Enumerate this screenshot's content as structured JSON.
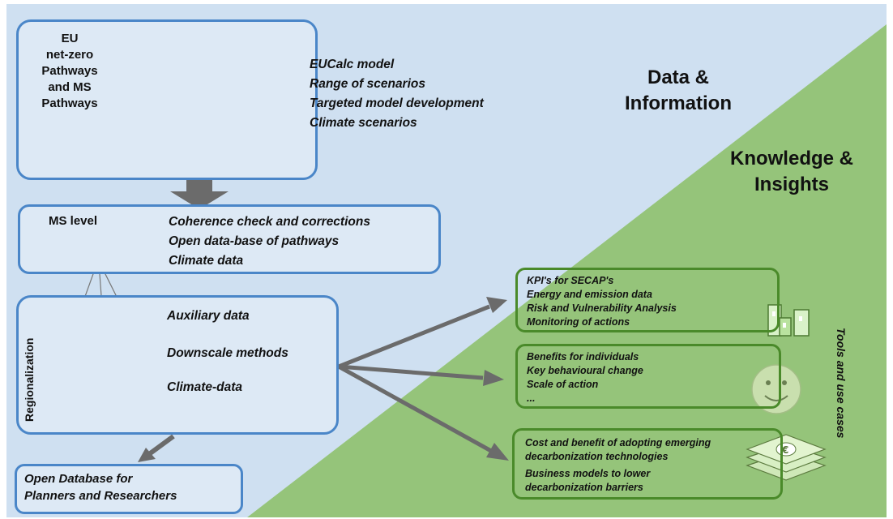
{
  "eu_box": {
    "title_lines": [
      "EU",
      "net-zero",
      "Pathways",
      "and MS",
      "Pathways"
    ],
    "items": [
      "EUCalc model",
      "Range of scenarios",
      "Targeted model development",
      "Climate scenarios"
    ]
  },
  "data_info": {
    "line1": "Data &",
    "line2": "Information"
  },
  "knowledge": {
    "line1": "Knowledge &",
    "line2": "Insights"
  },
  "ms_level": {
    "title": "MS level",
    "items": [
      "Coherence check and corrections",
      "Open data-base of pathways",
      "Climate data"
    ]
  },
  "regionalization": {
    "label": "Regionalization",
    "items": [
      "Auxiliary data",
      "Downscale methods",
      "Climate-data"
    ]
  },
  "open_db": {
    "line1": "Open Database for",
    "line2": "Planners and Researchers"
  },
  "tools_label": "Tools and use cases",
  "kpi_box": {
    "items": [
      "KPI's for SECAP's",
      "Energy and emission data",
      "Risk and Vulnerability Analysis",
      "Monitoring of actions"
    ]
  },
  "benefits_box": {
    "items": [
      "Benefits for individuals",
      "Key behavioural change",
      "Scale of action",
      "..."
    ]
  },
  "cost_box": {
    "items": [
      "Cost and benefit of adopting emerging",
      "decarbonization technologies",
      "Business models to lower",
      "decarbonization barriers"
    ]
  },
  "colors": {
    "blue_bg": "#cfe0f1",
    "green_bg": "#95c47a",
    "box_blue": "#4a86c8",
    "box_green": "#4a8a2a",
    "map_blue": "#1d4fd0"
  }
}
